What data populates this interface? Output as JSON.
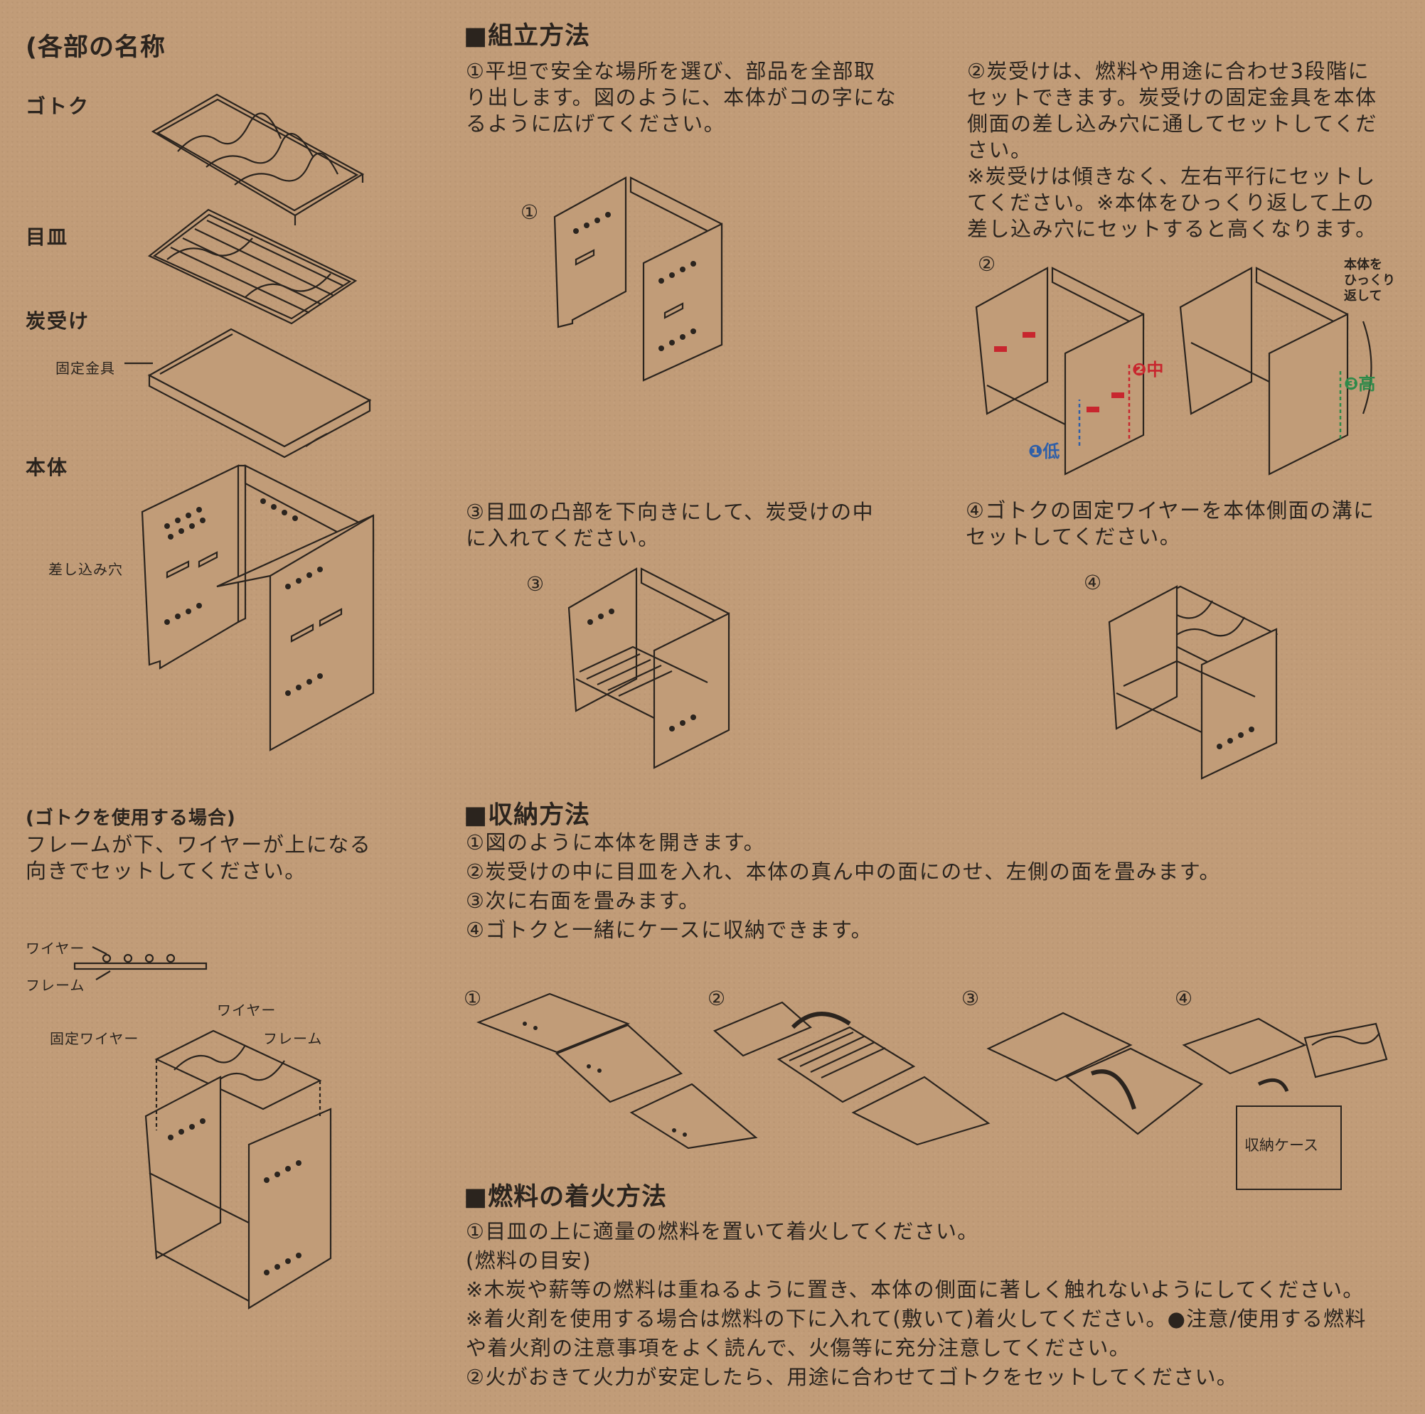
{
  "parts": {
    "heading": "(各部の名称",
    "gotoku": "ゴトク",
    "mezara": "目皿",
    "sumiuke": "炭受け",
    "kotei_kanagu": "固定金具",
    "hontai": "本体",
    "sashikomi_ana": "差し込み穴"
  },
  "gotoku_use": {
    "heading": "(ゴトクを使用する場合)",
    "text": "フレームが下、ワイヤーが上になる\n向きでセットしてください。",
    "wire": "ワイヤー",
    "frame": "フレーム",
    "wire2": "ワイヤー",
    "frame2": "フレーム",
    "kotei_wire": "固定ワイヤー"
  },
  "assembly": {
    "heading": "■組立方法",
    "step1": "①平坦で安全な場所を選び、部品を全部取\nり出します。図のように、本体がコの字にな\nるように広げてください。",
    "step2": "②炭受けは、燃料や用途に合わせ3段階に\nセットできます。炭受けの固定金具を本体\n側面の差し込み穴に通してセットしてくだ\nさい。\n※炭受けは傾きなく、左右平行にセットし\nてください。※本体をひっくり返して上の\n差し込み穴にセットすると高くなります。",
    "step3": "③目皿の凸部を下向きにして、炭受けの中\nに入れてください。",
    "step4": "④ゴトクの固定ワイヤーを本体側面の溝に\nセットしてください。",
    "fig1": "①",
    "fig2": "②",
    "fig3": "③",
    "fig4": "④",
    "flip_note": "本体を\nひっくり\n返して",
    "low": "❶低",
    "mid": "❷中",
    "high": "❸高"
  },
  "storage": {
    "heading": "■収納方法",
    "steps": "①図のように本体を開きます。\n②炭受けの中に目皿を入れ、本体の真ん中の面にのせ、左側の面を畳みます。\n③次に右面を畳みます。\n④ゴトクと一緒にケースに収納できます。",
    "fig1": "①",
    "fig2": "②",
    "fig3": "③",
    "fig4": "④",
    "case_label": "収納ケース"
  },
  "ignition": {
    "heading": "■燃料の着火方法",
    "text": "①目皿の上に適量の燃料を置いて着火してください。\n(燃料の目安)\n※木炭や薪等の燃料は重ねるように置き、本体の側面に著しく触れないようにしてください。\n※着火剤を使用する場合は燃料の下に入れて(敷いて)着火してください。●注意/使用する燃料\nや着火剤の注意事項をよく読んで、火傷等に充分注意してください。\n②火がおきて火力が安定したら、用途に合わせてゴトクをセットしてください。"
  },
  "colors": {
    "background": "#c19c78",
    "ink": "#2b241e",
    "low": "#2f5fa8",
    "mid": "#c8262e",
    "high": "#2e8a4a"
  }
}
